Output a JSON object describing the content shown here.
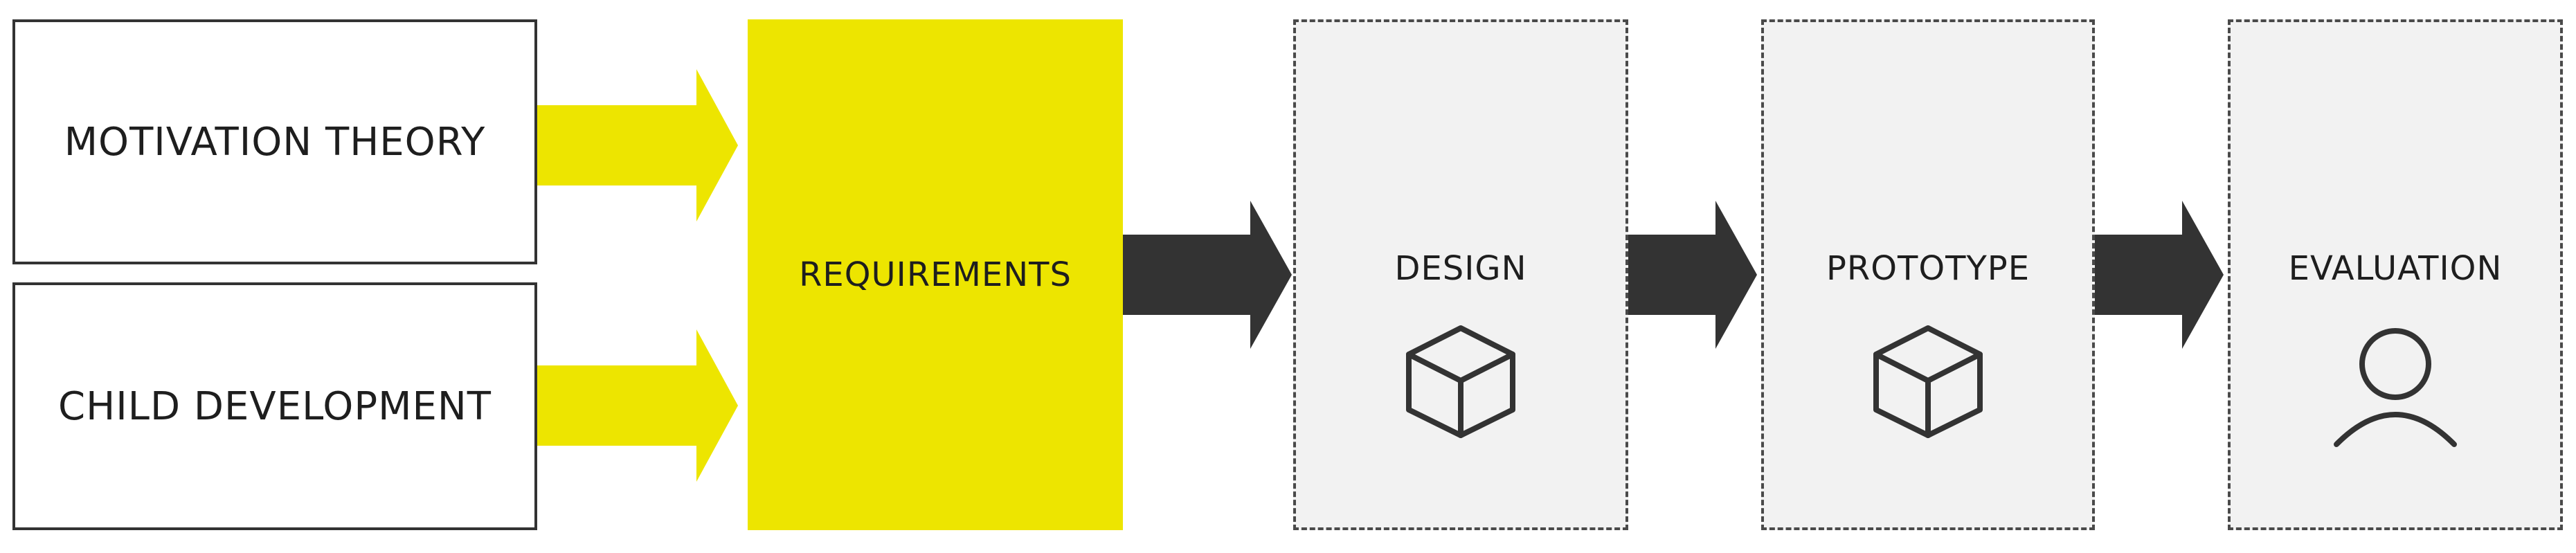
{
  "inputs": [
    {
      "label": "MOTIVATION THEORY"
    },
    {
      "label": "CHILD DEVELOPMENT"
    }
  ],
  "requirements": {
    "label": "REQUIREMENTS"
  },
  "stages": [
    {
      "label": "DESIGN",
      "icon": "cube-icon"
    },
    {
      "label": "PROTOTYPE",
      "icon": "cube-icon"
    },
    {
      "label": "EVALUATION",
      "icon": "person-icon"
    }
  ],
  "colors": {
    "yellow": "#ede500",
    "dark_arrow": "#333333",
    "stage_fill": "#f2f2f2",
    "border": "#333333"
  }
}
